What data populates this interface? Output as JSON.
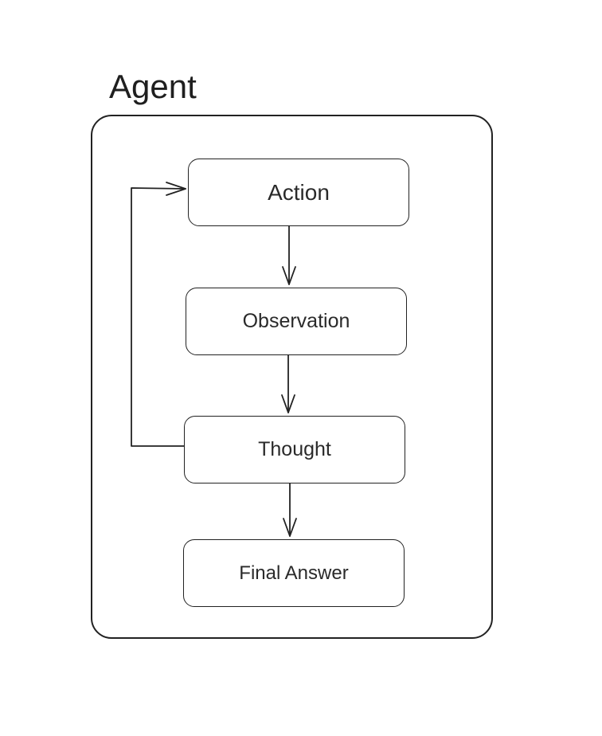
{
  "diagram": {
    "title": "Agent",
    "nodes": {
      "action": "Action",
      "observation": "Observation",
      "thought": "Thought",
      "final_answer": "Final Answer"
    },
    "edges": [
      {
        "from": "action",
        "to": "observation"
      },
      {
        "from": "observation",
        "to": "thought"
      },
      {
        "from": "thought",
        "to": "final_answer"
      },
      {
        "from": "thought",
        "to": "action"
      }
    ]
  }
}
